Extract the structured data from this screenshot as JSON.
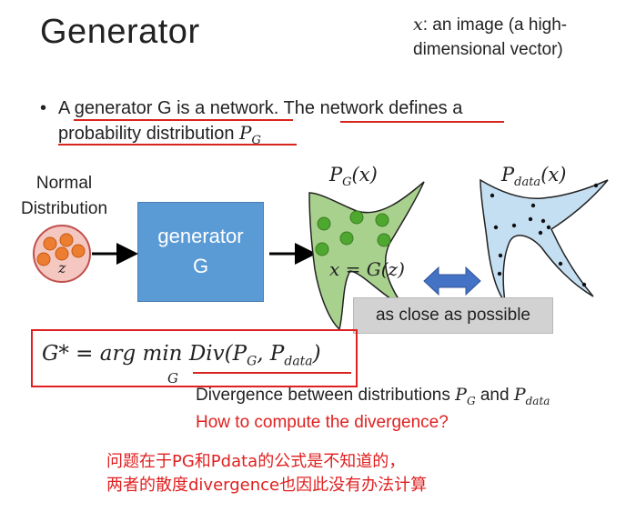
{
  "slide": {
    "title": "Generator",
    "note_line1": "x: an image (a high-",
    "note_line2": "dimensional vector)",
    "note_var": "x",
    "note_rest1": ": an image (a high-",
    "bullet_part1": "A generator G is a network",
    "bullet_part2": ". The ",
    "bullet_part3": "network defines a",
    "bullet_line2": "probability distribution ",
    "bullet_pg": "P",
    "bullet_pg_sub": "G",
    "normal_label_1": "Normal",
    "normal_label_2": "Distribution",
    "z_label": "z",
    "generator_label_1": "generator",
    "generator_label_2": "G",
    "pg_label": "P",
    "pg_sub": "G",
    "pg_arg": "(x)",
    "pdata_label": "P",
    "pdata_sub": "data",
    "pdata_arg": "(x)",
    "x_eq": "x = G(z)",
    "close_label": "as close as possible",
    "formula_lhs": "G* = arg min",
    "formula_min_sub": "G",
    "formula_rhs": "Div(P",
    "formula_pg_sub": "G",
    "formula_mid": ", P",
    "formula_pdata_sub": "data",
    "formula_end": ")",
    "divergence_text": "Divergence between distributions ",
    "divergence_pg": "P",
    "divergence_pg_sub": "G",
    "divergence_and": " and ",
    "divergence_pdata": "P",
    "divergence_pdata_sub": "data",
    "question": "How to compute the divergence?",
    "chinese_line1": "问题在于PG和Pdata的公式是不知道的，",
    "chinese_line2": "两者的散度divergence也因此没有办法计算"
  },
  "colors": {
    "accent_red": "#e02020",
    "generator_blue": "#5b9bd5",
    "pg_green": "#a9d18e",
    "pdata_blue": "#c5dff2",
    "arrow_blue": "#4472c4",
    "normal_fill": "#f4c7c0",
    "normal_dot": "#ed7d31"
  }
}
